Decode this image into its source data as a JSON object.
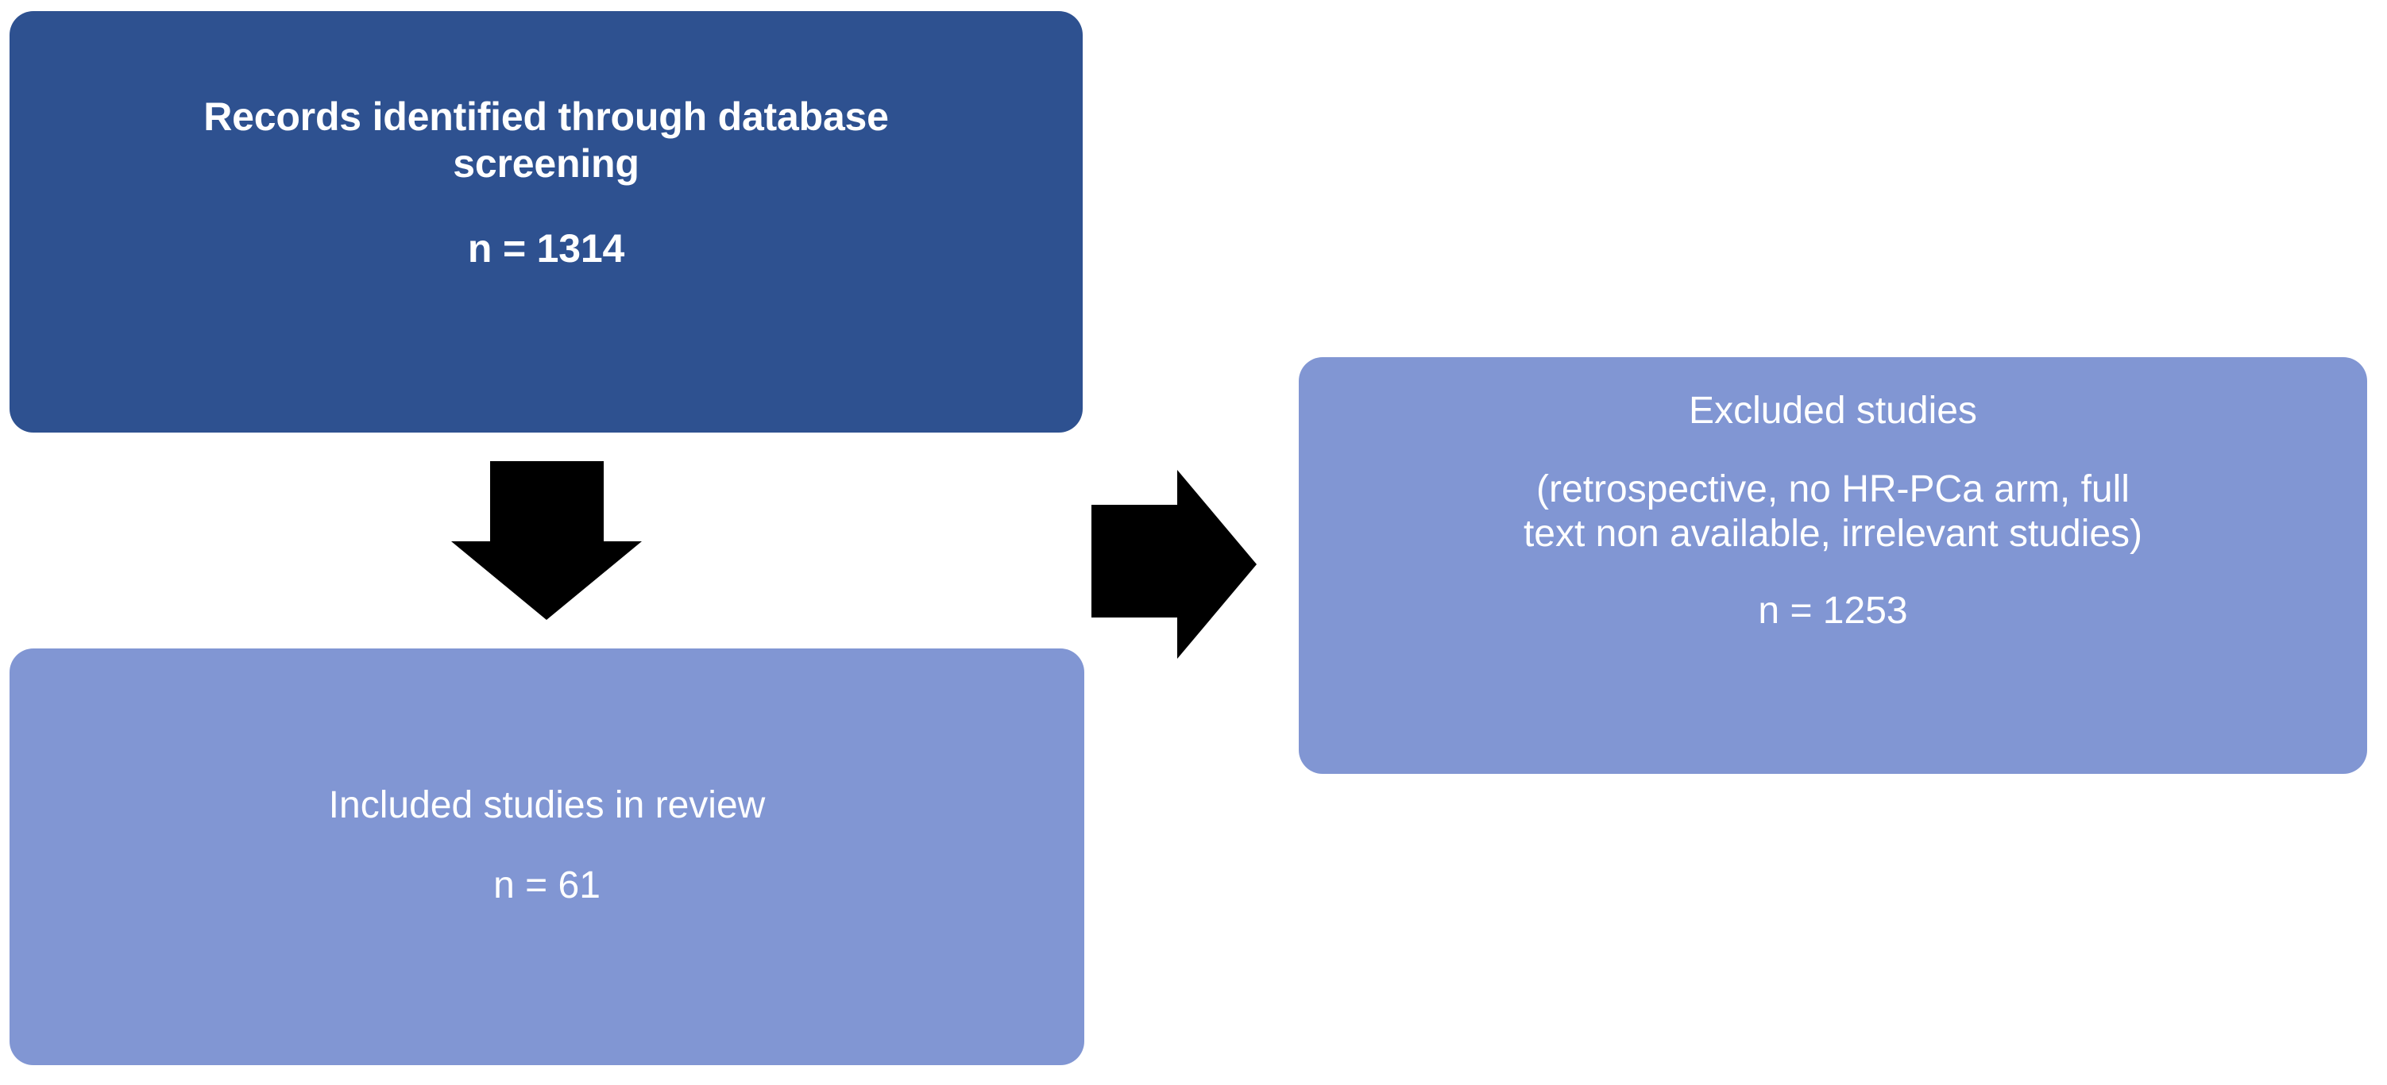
{
  "diagram": {
    "type": "prisma-flow-diagram",
    "title": "",
    "background_color": "#ffffff",
    "colors": {
      "identified_box": "#2e5190",
      "included_box": "#8196d3",
      "excluded_box": "#8196d3",
      "arrow": "#000000",
      "box_text": "#ffffff"
    },
    "nodes": {
      "records_identified": {
        "line1": "Records identified through database",
        "line2": "screening",
        "count": "n = 1314"
      },
      "included_studies": {
        "line1": "Included studies in review",
        "count": "n = 61"
      },
      "excluded_studies": {
        "line1": "Excluded studies",
        "reasons_line1": "(retrospective, no HR-PCa arm, full",
        "reasons_line2": "text non available, irrelevant studies)",
        "count": "n = 1253"
      }
    },
    "arrows": {
      "down": "arrow-down-icon",
      "right": "arrow-right-icon"
    }
  }
}
